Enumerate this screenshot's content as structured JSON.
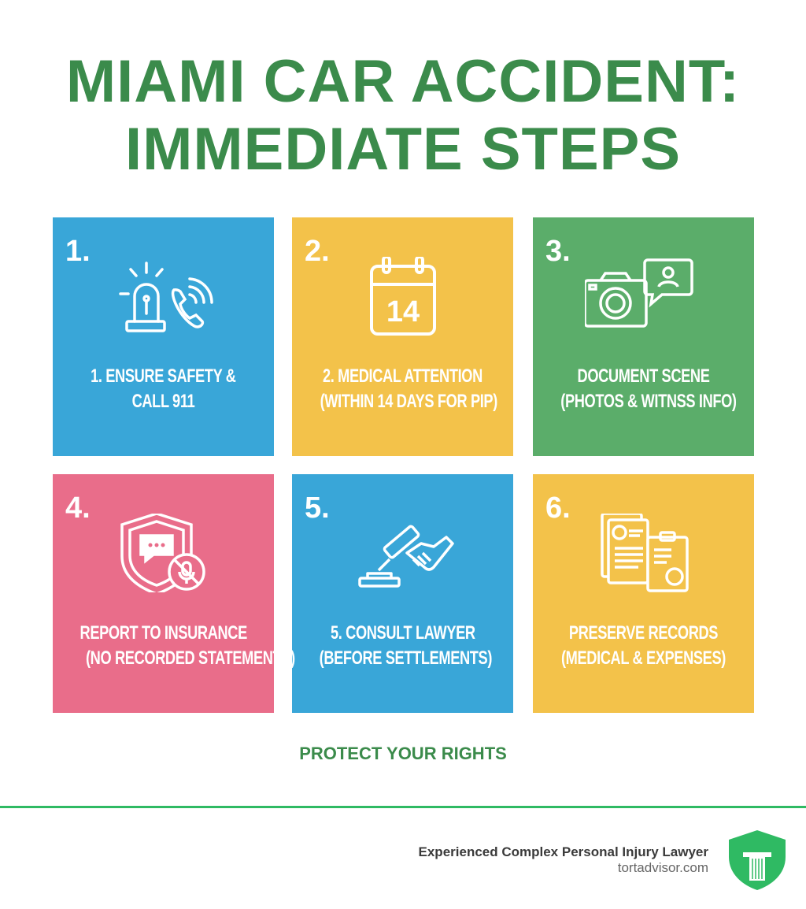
{
  "title": {
    "line1": "MIAMI CAR ACCIDENT:",
    "line2": "IMMEDIATE STEPS"
  },
  "colors": {
    "title": "#3b8b4b",
    "blue": "#39a6d8",
    "yellow": "#f3c24a",
    "green": "#5bad6a",
    "pink": "#e96d8a",
    "footer_rule": "#2fba63"
  },
  "cards": [
    {
      "number": "1.",
      "line1": "1. ENSURE SAFETY &",
      "line2": "CALL 911",
      "icon": "siren-phone-icon"
    },
    {
      "number": "2.",
      "line1": "2. MEDICAL ATTENTION",
      "line2": "(WITHIN 14 DAYS FOR PIP)",
      "icon": "calendar-icon",
      "icon_text": "14"
    },
    {
      "number": "3.",
      "line1": "DOCUMENT SCENE",
      "line2": "(PHOTOS & WITNSS INFO)",
      "icon": "camera-witness-icon"
    },
    {
      "number": "4.",
      "line1": "REPORT TO INSURANCE",
      "line2": "(NO RECORDED STATEMENTS)",
      "icon": "shield-no-recording-icon"
    },
    {
      "number": "5.",
      "line1": "5. CONSULT LAWYER",
      "line2": "(BEFORE SETTLEMENTS)",
      "icon": "gavel-handshake-icon"
    },
    {
      "number": "6.",
      "line1": "PRESERVE RECORDS",
      "line2": "(MEDICAL & EXPENSES)",
      "icon": "documents-icon"
    }
  ],
  "tagline": "PROTECT YOUR RIGHTS",
  "footer": {
    "line1": "Experienced Complex Personal Injury Lawyer",
    "line2": "tortadvisor.com"
  }
}
